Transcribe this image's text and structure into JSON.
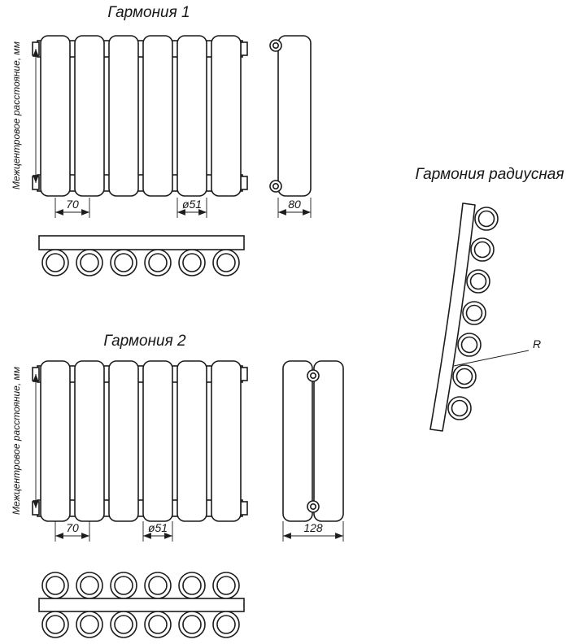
{
  "colors": {
    "ink": "#1c1c1c",
    "background": "#ffffff"
  },
  "h1": {
    "title": "Гармония 1",
    "axis_label": "Межцентровое расстояние, мм",
    "dim_spacing": "70",
    "dim_diameter": "ø51",
    "dim_depth": "80"
  },
  "h2": {
    "title": "Гармония 2",
    "axis_label": "Межцентровое расстояние, мм",
    "dim_spacing": "70",
    "dim_diameter": "ø51",
    "dim_depth": "128"
  },
  "radius": {
    "title": "Гармония радиусная",
    "dim_radius": "R"
  }
}
